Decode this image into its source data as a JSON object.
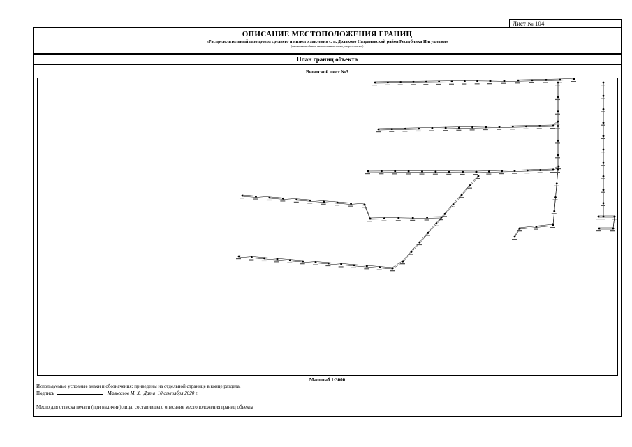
{
  "sheet": {
    "number_label": "Лист № 104"
  },
  "header": {
    "title": "ОПИСАНИЕ МЕСТОПОЛОЖЕНИЯ ГРАНИЦ",
    "object_name": "«Распределительный газопровод среднего и низкого давления с. п. Долаково Назрановский район Республика Ингушетия»",
    "object_note": "(наименование объекта, местоположение границ которого описано)"
  },
  "plan": {
    "title": "План границ объекта",
    "sub_sheet": "Выносной лист №3",
    "scale": "Масштаб 1:3000"
  },
  "footer": {
    "legend_note": "Используемые условные знаки и обозначения: приведены на отдельной странице в конце раздела.",
    "sign_label": "Подпись",
    "signer_name": "Мальсагов М. Х.",
    "date_text": "Дата  10 сентября 2020 г.",
    "stamp_note": "Место для оттиска печати (при наличии) лица, составившего описание местоположения границ объекта"
  }
}
